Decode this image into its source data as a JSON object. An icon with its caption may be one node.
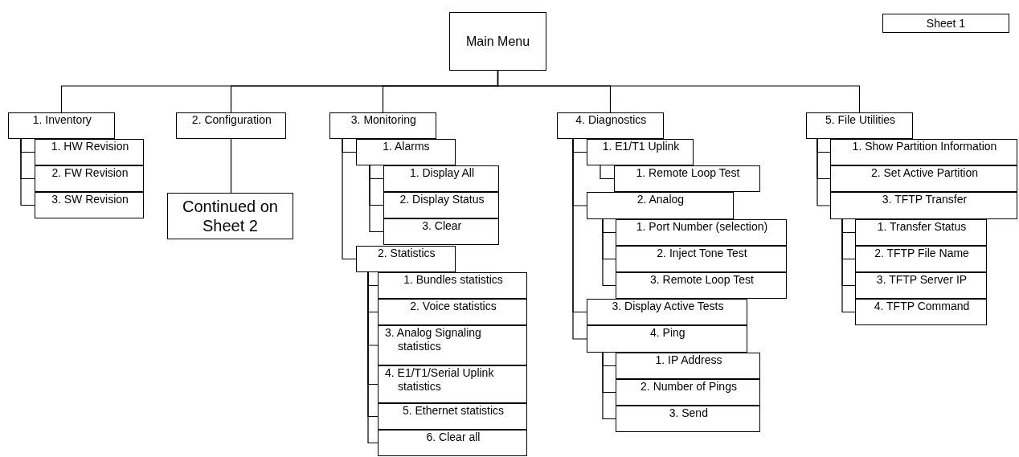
{
  "diagram": {
    "nodes": [
      {
        "text": [
          "Main Menu"
        ]
      },
      {
        "text": [
          "Sheet 1"
        ]
      },
      {
        "text": [
          "1. Inventory"
        ]
      },
      {
        "text": [
          "1. HW Revision"
        ]
      },
      {
        "text": [
          "2. FW Revision"
        ]
      },
      {
        "text": [
          "3. SW Revision"
        ]
      },
      {
        "text": [
          "2. Configuration"
        ]
      },
      {
        "text": [
          "Continued on Sheet 2"
        ]
      },
      {
        "text": [
          "3. Monitoring"
        ]
      },
      {
        "text": [
          "1. Alarms"
        ]
      },
      {
        "text": [
          "1. Display All"
        ]
      },
      {
        "text": [
          "2. Display Status"
        ]
      },
      {
        "text": [
          "3. Clear"
        ]
      },
      {
        "text": [
          "2. Statistics"
        ]
      },
      {
        "text": [
          "1. Bundles statistics"
        ]
      },
      {
        "text": [
          "2. Voice statistics"
        ]
      },
      {
        "text": [
          "3. Analog Signaling statistics"
        ]
      },
      {
        "text": [
          "4. E1/T1/Serial Uplink statistics"
        ]
      },
      {
        "text": [
          "5. Ethernet statistics"
        ]
      },
      {
        "text": [
          "6. Clear all"
        ]
      },
      {
        "text": [
          "4. Diagnostics"
        ]
      },
      {
        "text": [
          "1. E1/T1 Uplink"
        ]
      },
      {
        "text": [
          "1. Remote Loop Test"
        ]
      },
      {
        "text": [
          "2. Analog"
        ]
      },
      {
        "text": [
          "1. Port Number (selection)"
        ]
      },
      {
        "text": [
          "2. Inject Tone Test"
        ]
      },
      {
        "text": [
          "3. Remote Loop Test"
        ]
      },
      {
        "text": [
          "3. Display Active Tests"
        ]
      },
      {
        "text": [
          "4. Ping"
        ]
      },
      {
        "text": [
          "1. IP Address"
        ]
      },
      {
        "text": [
          "2. Number of Pings"
        ]
      },
      {
        "text": [
          "3. Send"
        ]
      },
      {
        "text": [
          "5. File Utilities"
        ]
      },
      {
        "text": [
          "1. Show Partition Information"
        ]
      },
      {
        "text": [
          "2. Set Active Partition"
        ]
      },
      {
        "text": [
          "3. TFTP Transfer"
        ]
      },
      {
        "text": [
          "1. Transfer Status"
        ]
      },
      {
        "text": [
          "2. TFTP File Name"
        ]
      },
      {
        "text": [
          "3. TFTP Server IP"
        ]
      },
      {
        "text": [
          "4. TFTP Command"
        ]
      }
    ],
    "edges": [
      {
        "from": 0,
        "to": 2,
        "arrow": "none"
      },
      {
        "from": 0,
        "to": 6,
        "arrow": "none"
      },
      {
        "from": 0,
        "to": 8,
        "arrow": "none"
      },
      {
        "from": 0,
        "to": 20,
        "arrow": "none"
      },
      {
        "from": 0,
        "to": 32,
        "arrow": "none"
      },
      {
        "from": 2,
        "to": 3,
        "arrow": "none"
      },
      {
        "from": 2,
        "to": 4,
        "arrow": "none"
      },
      {
        "from": 2,
        "to": 5,
        "arrow": "none"
      },
      {
        "from": 6,
        "to": 7,
        "arrow": "none"
      },
      {
        "from": 8,
        "to": 9,
        "arrow": "none"
      },
      {
        "from": 8,
        "to": 13,
        "arrow": "none"
      },
      {
        "from": 9,
        "to": 10,
        "arrow": "none"
      },
      {
        "from": 9,
        "to": 11,
        "arrow": "none"
      },
      {
        "from": 9,
        "to": 12,
        "arrow": "none"
      },
      {
        "from": 13,
        "to": 14,
        "arrow": "none"
      },
      {
        "from": 13,
        "to": 15,
        "arrow": "none"
      },
      {
        "from": 13,
        "to": 16,
        "arrow": "none"
      },
      {
        "from": 13,
        "to": 17,
        "arrow": "none"
      },
      {
        "from": 13,
        "to": 18,
        "arrow": "none"
      },
      {
        "from": 13,
        "to": 19,
        "arrow": "none"
      },
      {
        "from": 20,
        "to": 21,
        "arrow": "none"
      },
      {
        "from": 20,
        "to": 23,
        "arrow": "none"
      },
      {
        "from": 20,
        "to": 27,
        "arrow": "none"
      },
      {
        "from": 20,
        "to": 28,
        "arrow": "none"
      },
      {
        "from": 21,
        "to": 22,
        "arrow": "none"
      },
      {
        "from": 23,
        "to": 24,
        "arrow": "none"
      },
      {
        "from": 23,
        "to": 25,
        "arrow": "none"
      },
      {
        "from": 23,
        "to": 26,
        "arrow": "none"
      },
      {
        "from": 28,
        "to": 29,
        "arrow": "none"
      },
      {
        "from": 28,
        "to": 30,
        "arrow": "none"
      },
      {
        "from": 28,
        "to": 31,
        "arrow": "none"
      },
      {
        "from": 32,
        "to": 33,
        "arrow": "none"
      },
      {
        "from": 32,
        "to": 34,
        "arrow": "none"
      },
      {
        "from": 32,
        "to": 35,
        "arrow": "none"
      },
      {
        "from": 35,
        "to": 36,
        "arrow": "none"
      },
      {
        "from": 35,
        "to": 37,
        "arrow": "none"
      },
      {
        "from": 35,
        "to": 38,
        "arrow": "none"
      },
      {
        "from": 35,
        "to": 39,
        "arrow": "none"
      }
    ]
  }
}
